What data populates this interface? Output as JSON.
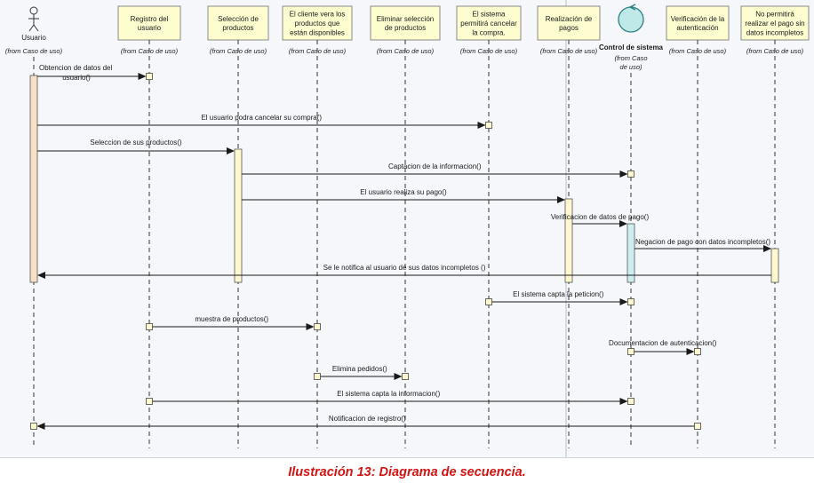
{
  "colors": {
    "lifeline_box_fill": "#fdfdcf",
    "lifeline_box_stroke": "#8a8a8a",
    "activation_fill": "#fdf8cf",
    "actor_activation_fill": "#f7dfc3",
    "control_activation_fill": "#cdeeee",
    "control_fill": "#bfe8e8",
    "control_stroke": "#2c8080",
    "arrow": "#1a1a1a",
    "caption": "#d21414"
  },
  "participants": [
    {
      "id": "usuario",
      "kind": "actor",
      "label": [
        "Usuario"
      ],
      "from": "(from Caso de uso)"
    },
    {
      "id": "registro",
      "kind": "box",
      "label": [
        "Registro del",
        "usuario"
      ],
      "from": "(from Caso de uso)"
    },
    {
      "id": "seleccion",
      "kind": "box",
      "label": [
        "Selección de",
        "productos"
      ],
      "from": "(from Caso de uso)"
    },
    {
      "id": "cliente",
      "kind": "box",
      "label": [
        "El cliente vera los",
        "productos que",
        "están disponibles"
      ],
      "from": "(from Caso de uso)"
    },
    {
      "id": "eliminar",
      "kind": "box",
      "label": [
        "Eliminar selección",
        "de productos"
      ],
      "from": "(from Caso de uso)"
    },
    {
      "id": "sistema",
      "kind": "box",
      "label": [
        "El sistema",
        "permitirá cancelar",
        "la compra."
      ],
      "from": "(from Caso de uso)"
    },
    {
      "id": "pagos",
      "kind": "box",
      "label": [
        "Realización de",
        "pagos"
      ],
      "from": "(from Caso de uso)"
    },
    {
      "id": "control",
      "kind": "control",
      "label": [
        "Control de sistema"
      ],
      "from": "(from Caso de uso)"
    },
    {
      "id": "verificacion",
      "kind": "box",
      "label": [
        "Verificación de la",
        "autenticación"
      ],
      "from": "(from Caso de uso)"
    },
    {
      "id": "nopermitira",
      "kind": "box",
      "label": [
        "No permitirá",
        "realizar el pago sin",
        "datos incompletos"
      ],
      "from": "(from Caso de uso)"
    }
  ],
  "messages": [
    {
      "from": "usuario",
      "to": "registro",
      "label": "Obtencion de datos del usuario()"
    },
    {
      "from": "usuario",
      "to": "sistema",
      "label": "El usuario podra cancelar su compra()"
    },
    {
      "from": "usuario",
      "to": "seleccion",
      "label": "Seleccion de sus productos()"
    },
    {
      "from": "seleccion",
      "to": "control",
      "label": "Captacion de la informacion()"
    },
    {
      "from": "seleccion",
      "to": "pagos",
      "label": "El usuario realiza su pago()"
    },
    {
      "from": "pagos",
      "to": "control",
      "label": "Verificacion de datos de pago()"
    },
    {
      "from": "control",
      "to": "nopermitira",
      "label": "Negacion de pago con datos incompletos()"
    },
    {
      "from": "nopermitira",
      "to": "usuario",
      "label": "Se le notifica al usuario de sus datos incompletos ()"
    },
    {
      "from": "sistema",
      "to": "control",
      "label": "El sistema capta la peticion()"
    },
    {
      "from": "registro",
      "to": "cliente",
      "label": "muestra de productos()"
    },
    {
      "from": "control",
      "to": "verificacion",
      "label": "Documentacion de autenticacion()"
    },
    {
      "from": "cliente",
      "to": "eliminar",
      "label": "Elimina pedidos()"
    },
    {
      "from": "registro",
      "to": "control",
      "label": "El sistema capta la informacion()"
    },
    {
      "from": "verificacion",
      "to": "usuario",
      "label": "Notificacion de registro()"
    }
  ],
  "caption": "Ilustración 13: Diagrama de secuencia."
}
